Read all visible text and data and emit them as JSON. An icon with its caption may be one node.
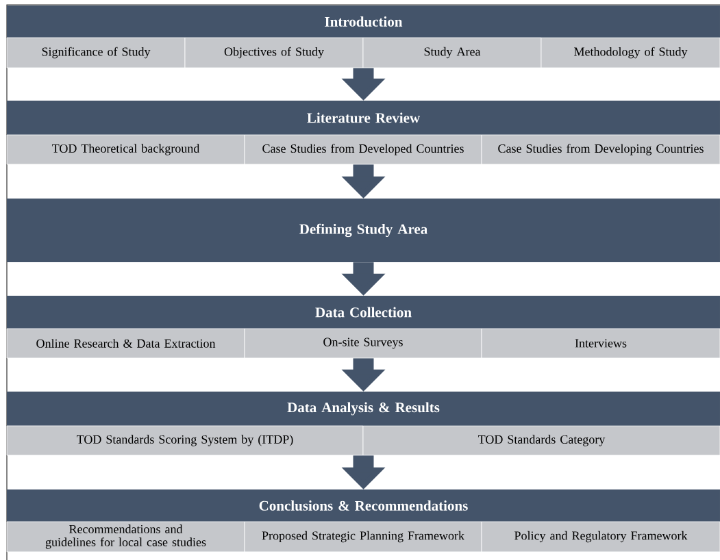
{
  "diagram": {
    "nodes": [
      {
        "text": [
          "Introduction"
        ]
      },
      {
        "text": [
          "Significance of Study"
        ]
      },
      {
        "text": [
          "Objectives of Study"
        ]
      },
      {
        "text": [
          "Study Area"
        ]
      },
      {
        "text": [
          "Methodology of Study"
        ]
      },
      {
        "text": [
          "Literature Review"
        ]
      },
      {
        "text": [
          "TOD Theoretical background"
        ]
      },
      {
        "text": [
          "Case Studies from Developed Countries"
        ]
      },
      {
        "text": [
          "Case Studies from Developing Countries"
        ]
      },
      {
        "text": [
          "Defining Study Area"
        ]
      },
      {
        "text": [
          "Data Collection"
        ]
      },
      {
        "text": [
          "Online Research & Data Extraction"
        ]
      },
      {
        "text": [
          "On-site Surveys"
        ]
      },
      {
        "text": [
          "Interviews"
        ]
      },
      {
        "text": [
          "Data Analysis & Results"
        ]
      },
      {
        "text": [
          "TOD Standards Scoring System by (ITDP)"
        ]
      },
      {
        "text": [
          "TOD Standards Category"
        ]
      },
      {
        "text": [
          "Conclusions & Recommendations"
        ]
      },
      {
        "text": [
          "Recommendations and guidelines for local case studies"
        ]
      },
      {
        "text": [
          "Proposed Strategic Planning Framework"
        ]
      },
      {
        "text": [
          "Policy and Regulatory Framework"
        ]
      }
    ],
    "edges": [
      {
        "from": 2,
        "to": 5,
        "arrow": "to"
      },
      {
        "from": 7,
        "to": 9,
        "arrow": "to"
      },
      {
        "from": 9,
        "to": 10,
        "arrow": "to"
      },
      {
        "from": 12,
        "to": 14,
        "arrow": "to"
      },
      {
        "from": 15,
        "to": 17,
        "arrow": "to"
      }
    ]
  }
}
